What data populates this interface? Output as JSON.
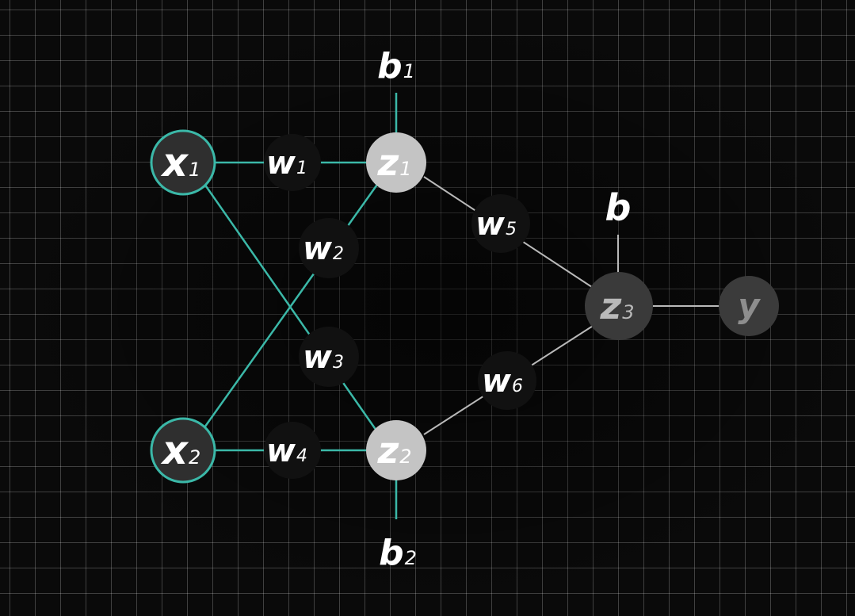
{
  "colors": {
    "teal": "#3bb8a8",
    "gray_edge": "#b9b9b9",
    "input_fill": "#2f2f2f",
    "hidden_fill": "#c4c4c4",
    "output_fill": "#3a3a3a",
    "y_fill": "#3b3b3b",
    "weight_fill": "#111111",
    "text_white": "#ffffff"
  },
  "nodes": {
    "x1": {
      "main": "x",
      "sub": "1"
    },
    "x2": {
      "main": "x",
      "sub": "2"
    },
    "z1": {
      "main": "z",
      "sub": "1"
    },
    "z2": {
      "main": "z",
      "sub": "2"
    },
    "z3": {
      "main": "z",
      "sub": "3"
    },
    "y": {
      "main": "y",
      "sub": ""
    }
  },
  "weights": {
    "w1": {
      "main": "w",
      "sub": "1"
    },
    "w2": {
      "main": "w",
      "sub": "2"
    },
    "w3": {
      "main": "w",
      "sub": "3"
    },
    "w4": {
      "main": "w",
      "sub": "4"
    },
    "w5": {
      "main": "w",
      "sub": "5"
    },
    "w6": {
      "main": "w",
      "sub": "6"
    }
  },
  "biases": {
    "b1": {
      "main": "b",
      "sub": "1"
    },
    "b2": {
      "main": "b",
      "sub": "2"
    },
    "b": {
      "main": "b",
      "sub": ""
    }
  }
}
